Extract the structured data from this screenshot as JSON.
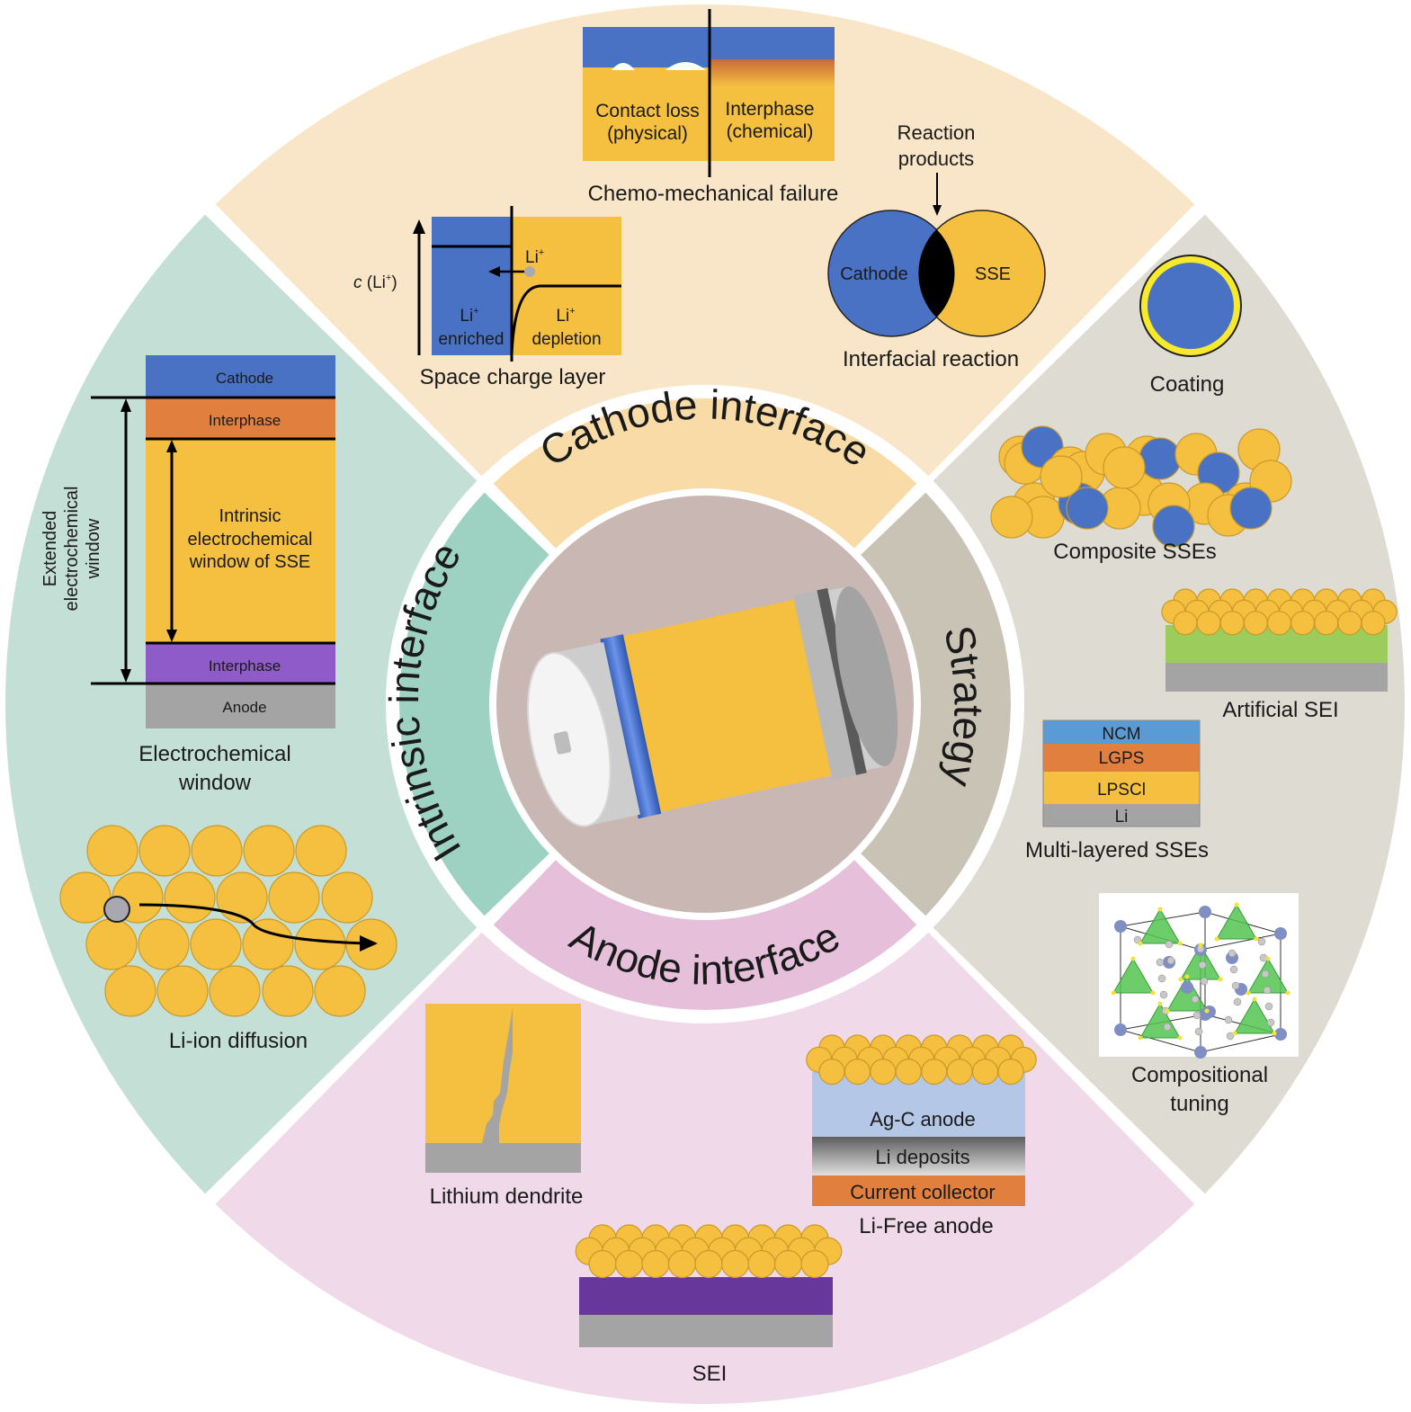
{
  "colors": {
    "cathode_sector": "#f9e6c8",
    "intrinsic_sector": "#c4e0d6",
    "strategy_sector": "#dedbd3",
    "anode_sector": "#f0d9e8",
    "cathode_ring": "#f8dba6",
    "intrinsic_ring": "#9dd2c2",
    "strategy_ring": "#c9c3b5",
    "anode_ring": "#e6bfda",
    "center": "#c9b7b3",
    "blue": "#4a72c4",
    "yellow": "#f5bf3f",
    "orange": "#e07f3e",
    "purple": "#8f5bc8",
    "dark_purple": "#67379b",
    "gray": "#a4a4a4",
    "green": "#9ccc5c",
    "light_blue": "#b4c7e6",
    "ncm_blue": "#5b9bd5"
  },
  "ring_labels": {
    "cathode": "Cathode interface",
    "intrinsic": "Intrinsic interface",
    "strategy": "Strategy",
    "anode": "Anode interface"
  },
  "cathode_section": {
    "chemo_mechanical": {
      "left_label_1": "Contact loss",
      "left_label_2": "(physical)",
      "right_label_1": "Interphase",
      "right_label_2": "(chemical)",
      "caption": "Chemo-mechanical failure"
    },
    "space_charge": {
      "axis_label_italic": "c",
      "axis_label_rest": " (Li",
      "axis_label_sup": "+",
      "axis_label_close": ")",
      "ion_label": "Li",
      "ion_sup": "+",
      "left_label_1": "Li",
      "left_label_2": "enriched",
      "right_label_1": "Li",
      "right_label_2": "depletion",
      "sup": "+",
      "caption": "Space charge layer"
    },
    "interfacial_reaction": {
      "annotation_1": "Reaction",
      "annotation_2": "products",
      "left_circle": "Cathode",
      "right_circle": "SSE",
      "caption": "Interfacial reaction"
    }
  },
  "intrinsic_section": {
    "electrochemical_window": {
      "layers": [
        "Cathode",
        "Interphase",
        "Intrinsic",
        "Interphase",
        "Anode"
      ],
      "inner_label": [
        "Intrinsic",
        "electrochemical",
        "window of SSE"
      ],
      "outer_label": [
        "Extended",
        "electrochemical",
        "window"
      ],
      "caption_1": "Electrochemical",
      "caption_2": "window"
    },
    "diffusion": {
      "caption": "Li-ion diffusion"
    }
  },
  "strategy_section": {
    "coating": "Coating",
    "composite": "Composite SSEs",
    "artificial_sei": "Artificial SEI",
    "multi_layer": {
      "layers": [
        "NCM",
        "LGPS",
        "LPSCl",
        "Li"
      ],
      "caption": "Multi-layered SSEs"
    },
    "compositional": {
      "caption_1": "Compositional",
      "caption_2": "tuning"
    }
  },
  "anode_section": {
    "dendrite": "Lithium dendrite",
    "li_free": {
      "layers": [
        "Ag-C anode",
        "Li deposits",
        "Current collector"
      ],
      "caption": "Li-Free anode"
    },
    "sei": "SEI"
  }
}
